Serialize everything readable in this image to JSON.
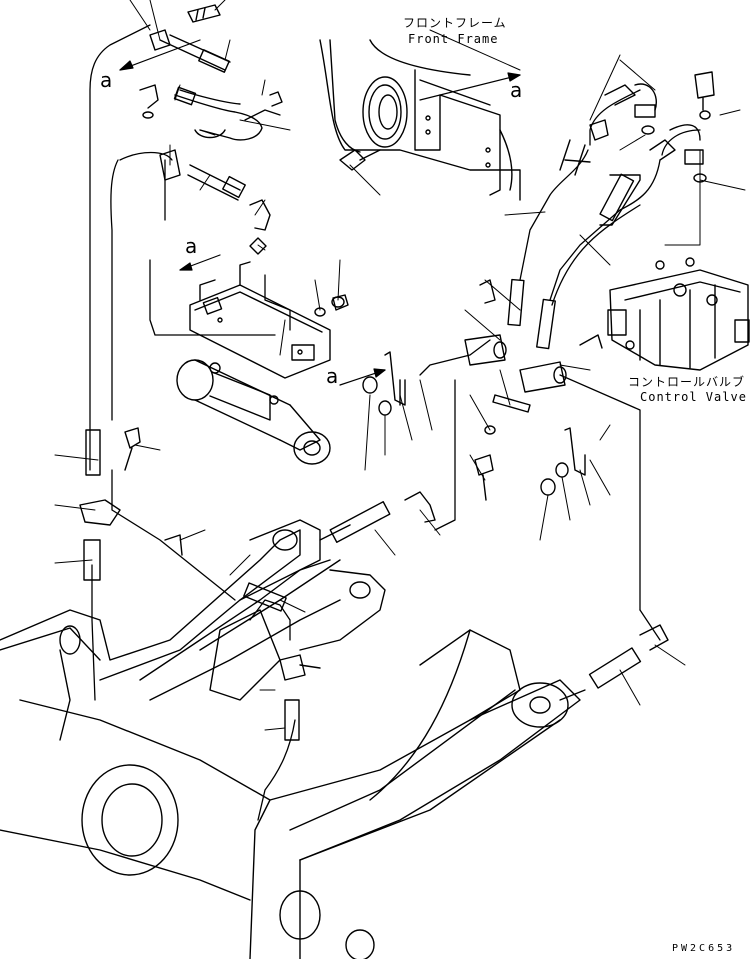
{
  "labels": {
    "front_frame_jp": "フロントフレーム",
    "front_frame_en": "Front Frame",
    "control_valve_jp": "コントロールバルブ",
    "control_valve_en": "Control Valve",
    "drawing_code": "PW2C653"
  },
  "view_refs": [
    "a",
    "a",
    "a",
    "a"
  ],
  "colors": {
    "line": "#000000",
    "background": "#ffffff"
  }
}
